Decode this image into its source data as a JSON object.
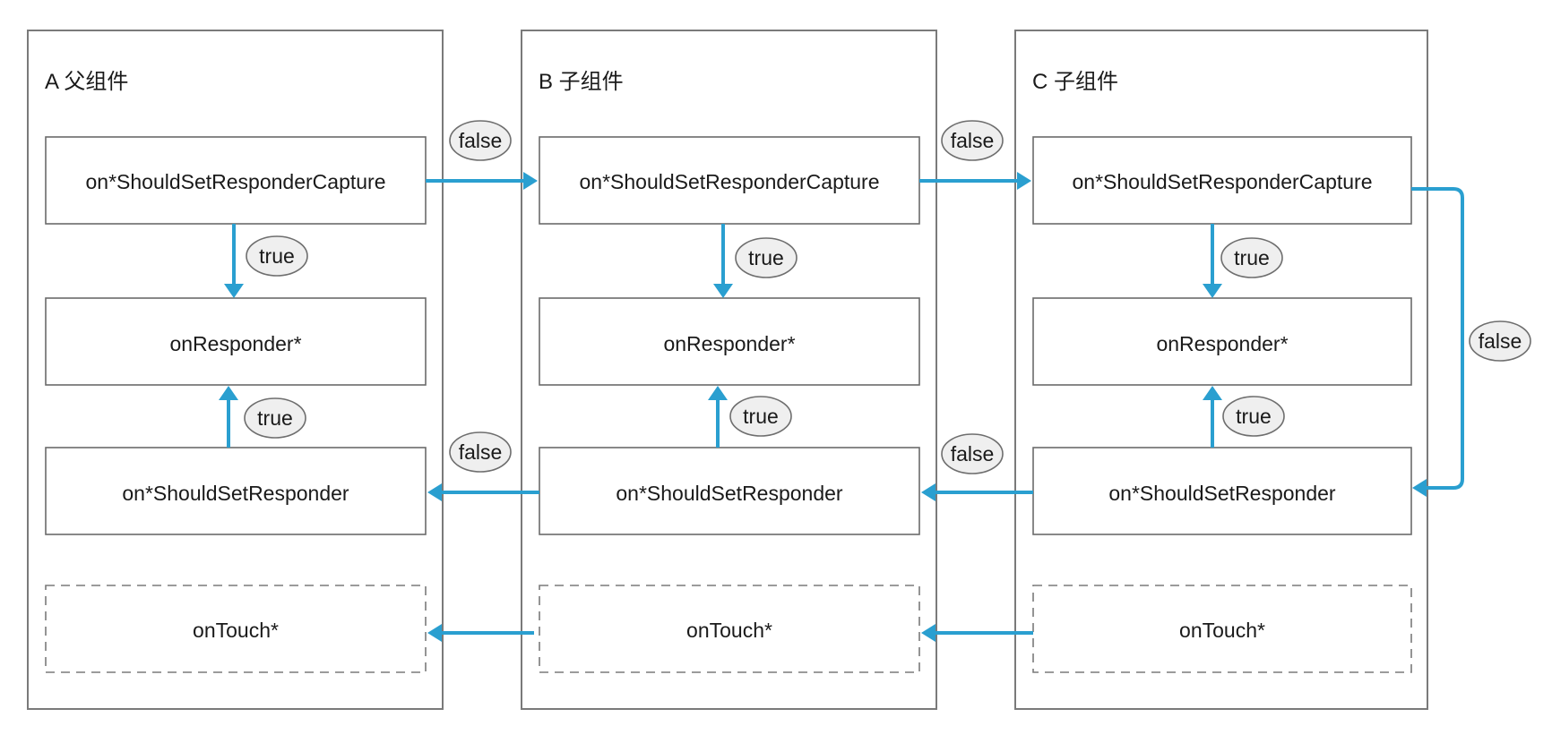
{
  "panels": [
    {
      "title": "A 父组件",
      "capture": "on*ShouldSetResponderCapture",
      "responder": "onResponder*",
      "should_set": "on*ShouldSetResponder",
      "touch": "onTouch*"
    },
    {
      "title": "B 子组件",
      "capture": "on*ShouldSetResponderCapture",
      "responder": "onResponder*",
      "should_set": "on*ShouldSetResponder",
      "touch": "onTouch*"
    },
    {
      "title": "C 子组件",
      "capture": "on*ShouldSetResponderCapture",
      "responder": "onResponder*",
      "should_set": "on*ShouldSetResponder",
      "touch": "onTouch*"
    }
  ],
  "edge_labels": {
    "a_capture_to_b_capture": "false",
    "b_capture_to_c_capture": "false",
    "c_capture_to_c_should_set": "false",
    "c_should_set_to_b_should_set": "false",
    "b_should_set_to_a_should_set": "false",
    "a_capture_to_a_responder": "true",
    "b_capture_to_b_responder": "true",
    "c_capture_to_c_responder": "true",
    "a_should_set_to_a_responder": "true",
    "b_should_set_to_b_responder": "true",
    "c_should_set_to_c_responder": "true"
  },
  "colors": {
    "arrow": "#2a9fd0",
    "pill_fill": "#efefef",
    "border": "#7a7a7a"
  }
}
